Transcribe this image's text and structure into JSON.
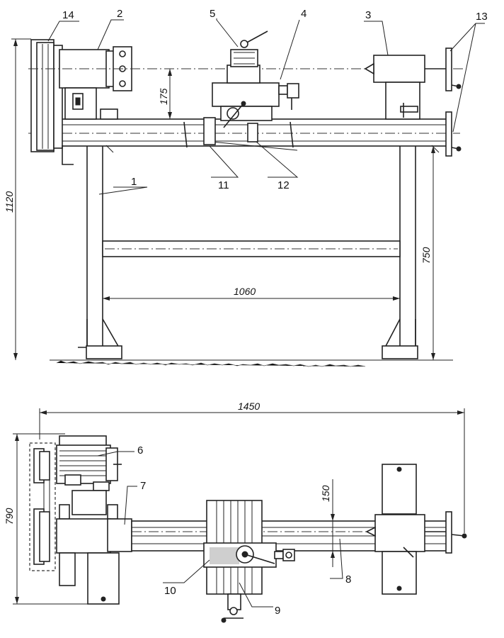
{
  "labels": {
    "l1": "1",
    "l2": "2",
    "l3": "3",
    "l4": "4",
    "l5": "5",
    "l6": "6",
    "l7": "7",
    "l8": "8",
    "l9": "9",
    "l10": "10",
    "l11": "11",
    "l12": "12",
    "l13": "13",
    "l14": "14"
  },
  "dimensions": {
    "height_total": "1120",
    "center_height": "175",
    "leg_span": "1060",
    "bed_height": "750",
    "length_total": "1450",
    "width_total": "790",
    "offset": "150"
  }
}
